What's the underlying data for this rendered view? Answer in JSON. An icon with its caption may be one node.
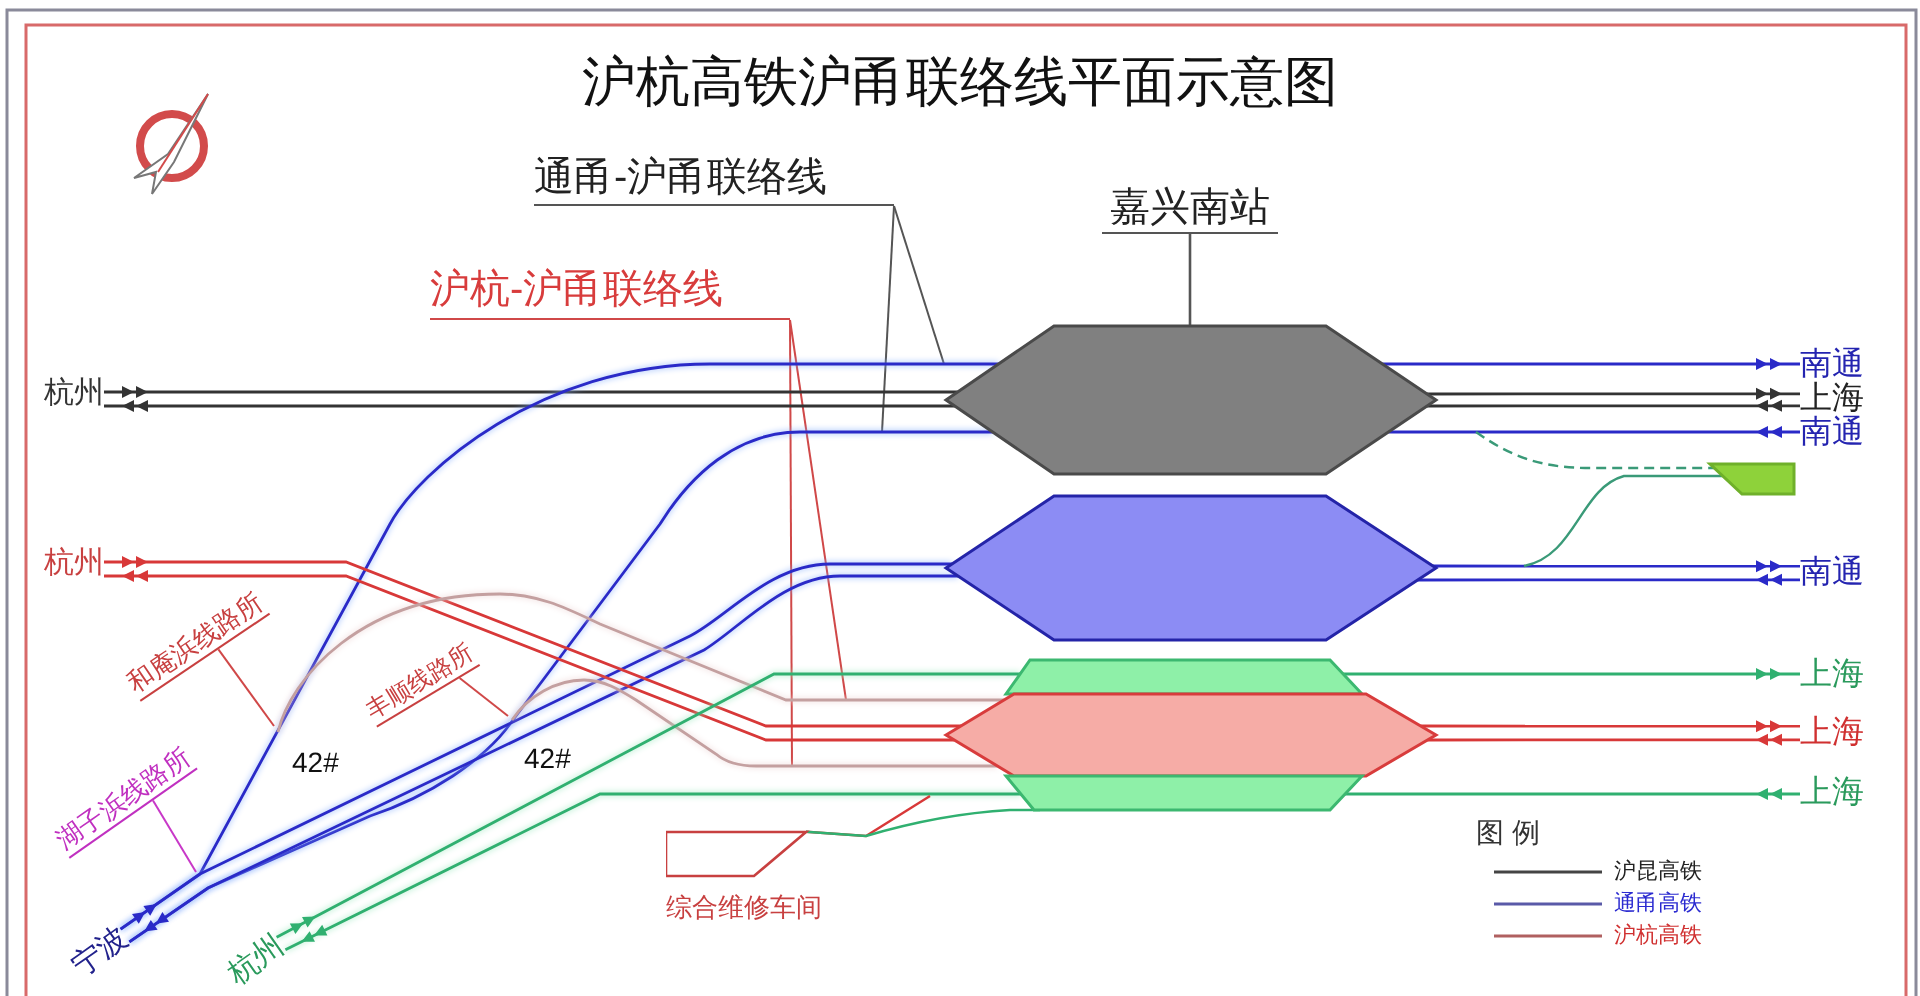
{
  "diagram": {
    "title": "沪杭高铁沪甬联络线平面示意图",
    "nodes": [
      {
        "text": [
          "通甬-沪甬联络线"
        ]
      },
      {
        "text": [
          "嘉兴南站"
        ]
      },
      {
        "text": [
          "沪杭-沪甬联络线"
        ]
      },
      {
        "text": [
          "杭州"
        ]
      },
      {
        "text": [],
        "shape": "hexagon"
      },
      {
        "text": [
          "南通"
        ]
      },
      {
        "text": [
          "上海"
        ]
      },
      {
        "text": [
          "南通"
        ]
      },
      {
        "text": [],
        "shape": "trapezoid"
      },
      {
        "text": [
          "杭州"
        ]
      },
      {
        "text": [],
        "shape": "hexagon"
      },
      {
        "text": [
          "南通"
        ]
      },
      {
        "text": [],
        "shape": "trapezoid"
      },
      {
        "text": [
          "上海"
        ]
      },
      {
        "text": [],
        "shape": "hexagon"
      },
      {
        "text": [
          "上海"
        ]
      },
      {
        "text": [
          "和庵浜线路所"
        ]
      },
      {
        "text": [
          "丰顺线路所"
        ]
      },
      {
        "text": [],
        "shape": "trapezoid"
      },
      {
        "text": [
          "上海"
        ]
      },
      {
        "text": [
          "综合维修车间"
        ]
      },
      {
        "text": [
          "湖子浜线路所"
        ]
      },
      {
        "text": [
          "宁波"
        ]
      },
      {
        "text": [
          "杭州"
        ]
      }
    ],
    "edges": [
      {
        "from": 0,
        "to": null,
        "arrow": "none",
        "color": "#555555"
      },
      {
        "from": 0,
        "to": null,
        "arrow": "none",
        "color": "#555555"
      },
      {
        "from": 1,
        "to": 4,
        "arrow": "none",
        "color": "#555555"
      },
      {
        "from": 2,
        "to": null,
        "arrow": "none",
        "color": "#d04848"
      },
      {
        "from": 2,
        "to": null,
        "arrow": "none",
        "color": "#d04848"
      },
      {
        "from": 3,
        "to": 4,
        "arrow": "none",
        "color": "#333333"
      },
      {
        "from": 4,
        "to": 3,
        "arrow": "none",
        "color": "#333333"
      },
      {
        "from": 4,
        "to": 6,
        "arrow": "none",
        "color": "#333333"
      },
      {
        "from": 6,
        "to": 4,
        "arrow": "none",
        "color": "#333333"
      },
      {
        "from": 4,
        "to": 5,
        "arrow": "none",
        "color": "#2a2ac8"
      },
      {
        "from": 7,
        "to": 4,
        "arrow": "none",
        "color": "#2a2ac8"
      },
      {
        "from": 22,
        "to": 4,
        "arrow": "none",
        "color": "#2a2ac8"
      },
      {
        "from": 4,
        "to": 22,
        "arrow": "none",
        "color": "#2a2ac8"
      },
      {
        "from": 22,
        "to": 10,
        "arrow": "none",
        "color": "#2a2ac8"
      },
      {
        "from": 10,
        "to": 22,
        "arrow": "none",
        "color": "#2a2ac8"
      },
      {
        "from": 10,
        "to": 11,
        "arrow": "none",
        "color": "#2a2ac8"
      },
      {
        "from": 11,
        "to": 10,
        "arrow": "none",
        "color": "#2a2ac8"
      },
      {
        "from": null,
        "to": 8,
        "arrow": "none",
        "style": "dashed",
        "color": "#3a9a78"
      },
      {
        "from": null,
        "to": 8,
        "arrow": "none",
        "color": "#3a9a78"
      },
      {
        "from": 9,
        "to": 14,
        "arrow": "none",
        "color": "#d83838"
      },
      {
        "from": 14,
        "to": 9,
        "arrow": "none",
        "color": "#d83838"
      },
      {
        "from": 14,
        "to": 15,
        "arrow": "none",
        "color": "#d83838"
      },
      {
        "from": 15,
        "to": 14,
        "arrow": "none",
        "color": "#d83838"
      },
      {
        "from": null,
        "to": 14,
        "arrow": "none",
        "color": "#c4a0a0"
      },
      {
        "from": null,
        "to": 14,
        "arrow": "none",
        "color": "#c4a0a0"
      },
      {
        "from": 23,
        "to": 12,
        "arrow": "none",
        "color": "#30b070"
      },
      {
        "from": 18,
        "to": 23,
        "arrow": "none",
        "color": "#30b070"
      },
      {
        "from": 12,
        "to": 13,
        "arrow": "none",
        "color": "#30b070"
      },
      {
        "from": 19,
        "to": 18,
        "arrow": "none",
        "color": "#30b070"
      },
      {
        "from": 20,
        "to": null,
        "arrow": "none",
        "color": "#d83838"
      },
      {
        "from": 20,
        "to": 18,
        "arrow": "none",
        "color": "#30b070"
      },
      {
        "from": 16,
        "to": null,
        "arrow": "none",
        "color": "#d04848"
      },
      {
        "from": 17,
        "to": null,
        "arrow": "none",
        "color": "#d04848"
      },
      {
        "from": 21,
        "to": null,
        "arrow": "none",
        "color": "#c838c8"
      }
    ],
    "labels": [
      "42#",
      "42#",
      "图 例"
    ],
    "legend": [
      {
        "text": "沪昆高铁"
      },
      {
        "text": "通甬高铁"
      },
      {
        "text": "沪杭高铁"
      }
    ]
  }
}
